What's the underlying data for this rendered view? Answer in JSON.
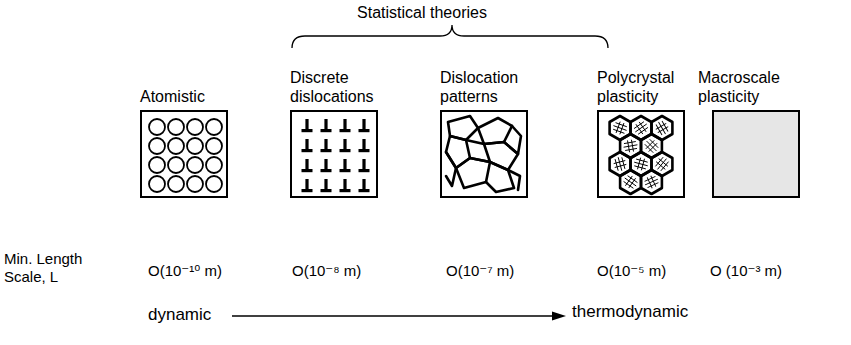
{
  "diagram": {
    "nodes": [
      {
        "text": [
          "Atomistic"
        ]
      },
      {
        "text": [
          "Discrete dislocations"
        ]
      },
      {
        "text": [
          "Dislocation patterns"
        ]
      },
      {
        "text": [
          "Polycrystal plasticity"
        ]
      },
      {
        "text": [
          "Macroscale plasticity"
        ]
      }
    ],
    "labels": [
      "Statistical theories",
      "Min. Length Scale, L",
      "O(10⁻¹⁰ m)",
      "O(10⁻⁸ m)",
      "O(10⁻⁷ m)",
      "O(10⁻⁵ m)",
      "O (10⁻³ m)",
      "dynamic",
      "thermodynamic"
    ]
  }
}
